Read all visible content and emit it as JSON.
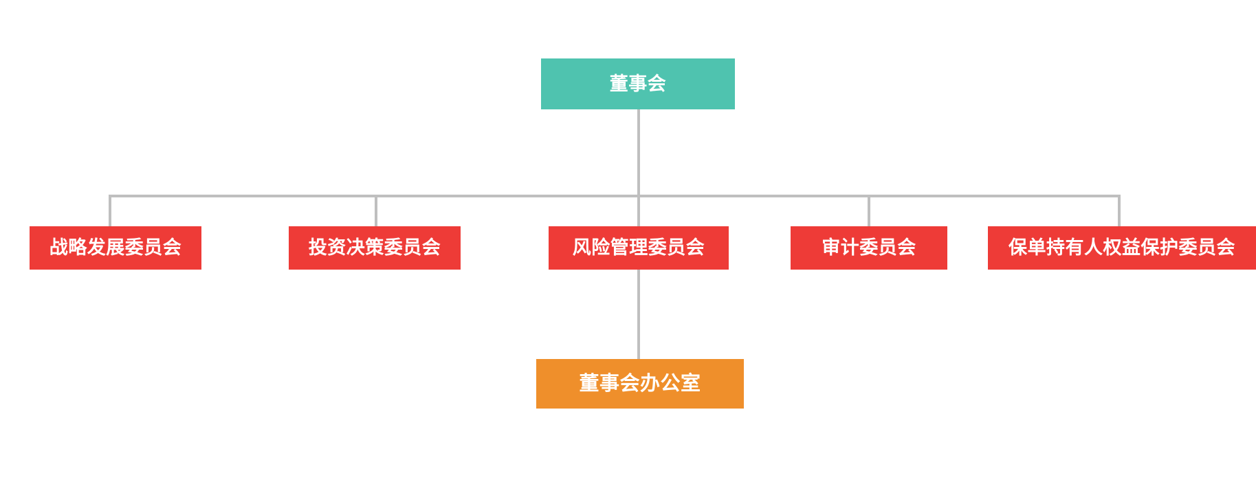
{
  "chart": {
    "type": "org-chart",
    "title": "",
    "background_color": "#ffffff",
    "connector_color": "#bfbfbf",
    "levels": 3
  },
  "root": {
    "label": "董事会",
    "color": "#4fc3af",
    "text_color": "#ffffff"
  },
  "committees": [
    {
      "label": "战略发展委员会",
      "color": "#ee3b37",
      "text_color": "#ffffff"
    },
    {
      "label": "投资决策委员会",
      "color": "#ee3b37",
      "text_color": "#ffffff"
    },
    {
      "label": "风险管理委员会",
      "color": "#ee3b37",
      "text_color": "#ffffff"
    },
    {
      "label": "审计委员会",
      "color": "#ee3b37",
      "text_color": "#ffffff"
    },
    {
      "label": "保单持有人权益保护委员会",
      "color": "#ee3b37",
      "text_color": "#ffffff"
    }
  ],
  "office": {
    "label": "董事会办公室",
    "color": "#ef8f2b",
    "text_color": "#ffffff"
  }
}
